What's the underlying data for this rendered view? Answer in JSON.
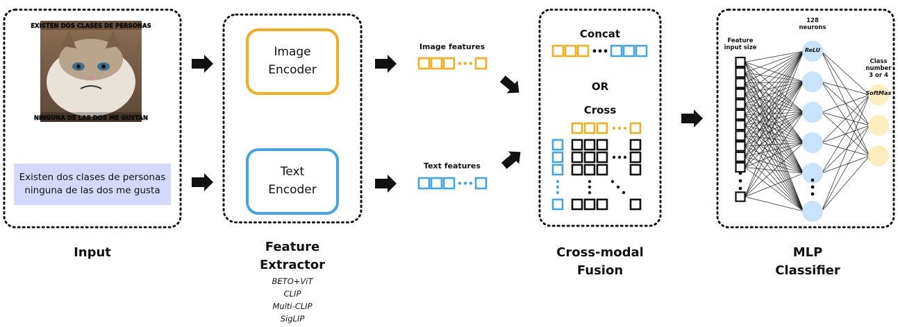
{
  "colors": {
    "image": "#f5ad1b",
    "text": "#42a5e8",
    "or": "#3bb54a",
    "text_box": "#d4d8fb",
    "neuron_blue": "#c9e3fa",
    "neuron_yellow": "#fbefbe"
  },
  "input": {
    "meme_top_caption": "EXISTEN DOS CLASES DE PERSONAS",
    "meme_bottom_caption": "NINGUNA DE LAS DOS ME GUSTAN",
    "text_line1": "Existen dos clases de personas",
    "text_line2": "ninguna de las dos me gusta",
    "label": "Input"
  },
  "extractor": {
    "image_line1": "Image",
    "image_line2": "Encoder",
    "text_line1": "Text",
    "text_line2": "Encoder",
    "label_line1": "Feature",
    "label_line2": "Extractor",
    "models": [
      "BETO+ViT",
      "CLIP",
      "Multi-CLIP",
      "SigLIP"
    ]
  },
  "features": {
    "image_label": "Image features",
    "text_label": "Text features"
  },
  "fusion": {
    "concat_label": "Concat",
    "or_label": "OR",
    "cross_label": "Cross",
    "label_line1": "Cross-modal",
    "label_line2": "Fusion"
  },
  "mlp": {
    "input_line1": "Feature",
    "input_line2": "input size",
    "hidden_line1": "128",
    "hidden_line2": "neurons",
    "hidden_activation": "ReLU",
    "output_line1": "Class",
    "output_line2": "number",
    "output_line3": "3 or 4",
    "output_activation": "SoftMax",
    "label_line1": "MLP",
    "label_line2": "Classifier"
  }
}
